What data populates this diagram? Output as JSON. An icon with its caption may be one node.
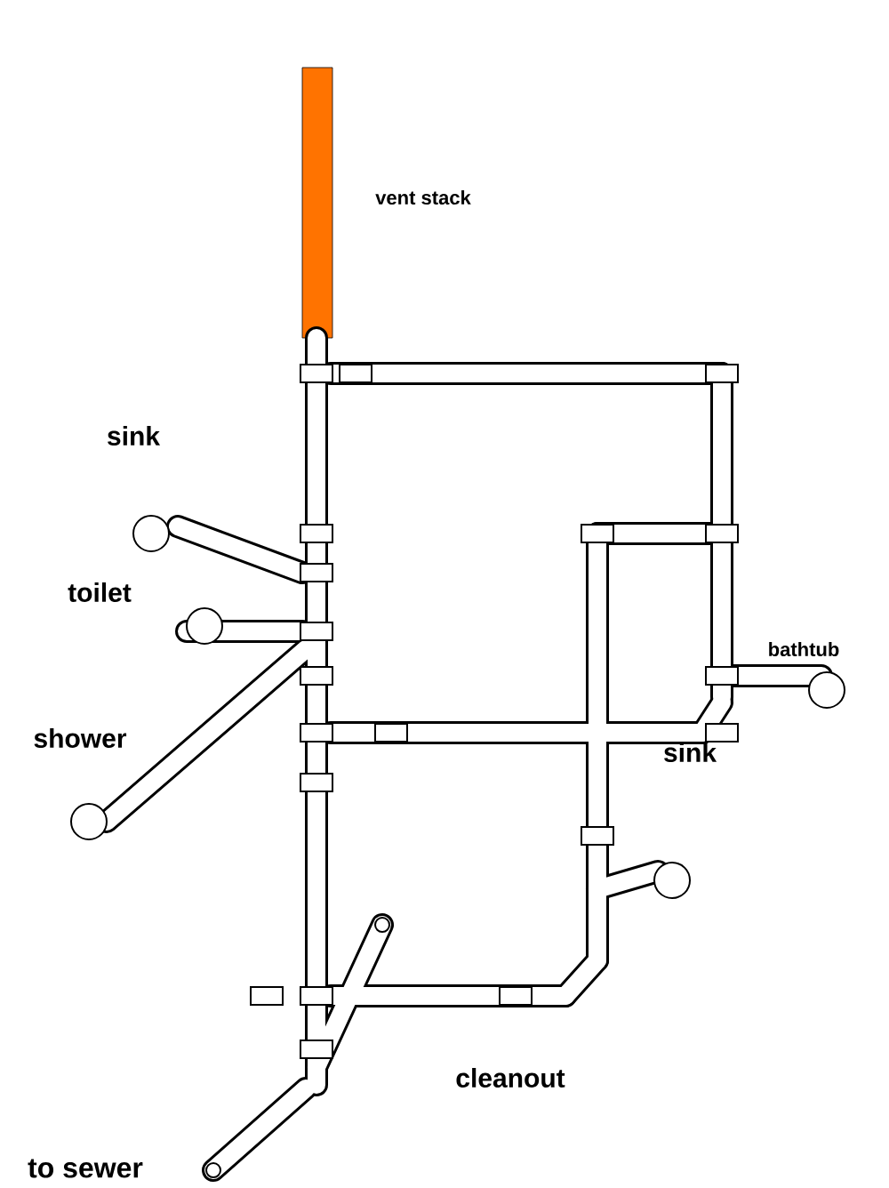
{
  "diagram": {
    "labels": [
      "vent stack",
      "sink",
      "toilet",
      "bathtub",
      "shower",
      "sink",
      "cleanout",
      "to sewer"
    ]
  }
}
